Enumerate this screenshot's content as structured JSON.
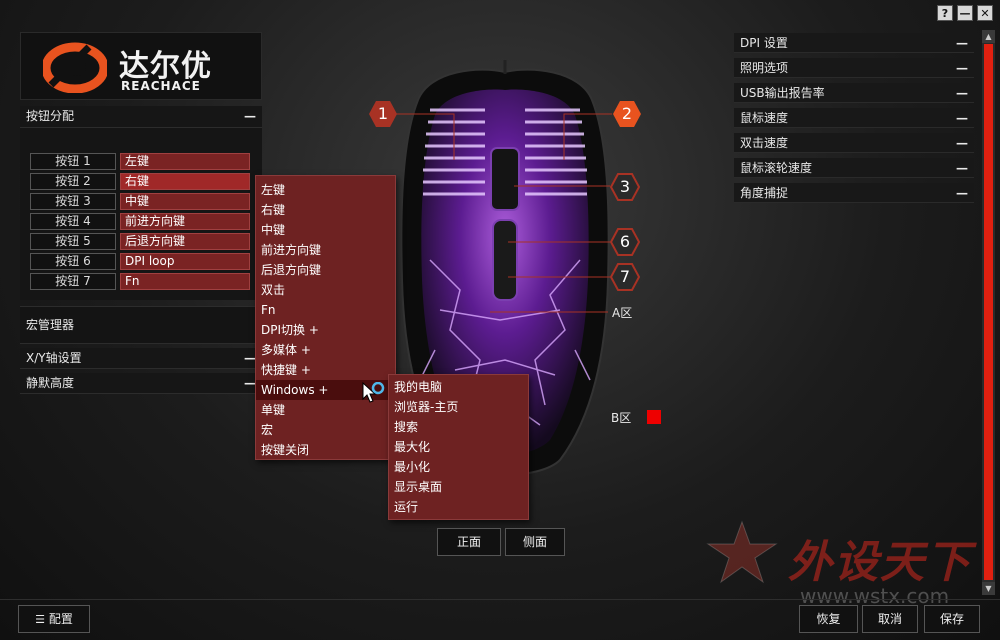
{
  "window": {
    "help": "?",
    "minimize": "—",
    "close": "✕"
  },
  "brand": {
    "name_cn": "达尔优",
    "name_en": "REACHACE",
    "logo_color": "#e8531f"
  },
  "left": {
    "button_assign": {
      "title": "按钮分配",
      "collapse": "—"
    },
    "buttons": [
      {
        "label": "按钮 1",
        "value": "左键"
      },
      {
        "label": "按钮 2",
        "value": "右键"
      },
      {
        "label": "按钮 3",
        "value": "中键"
      },
      {
        "label": "按钮 4",
        "value": "前进方向键"
      },
      {
        "label": "按钮 5",
        "value": "后退方向键"
      },
      {
        "label": "按钮 6",
        "value": "DPI loop"
      },
      {
        "label": "按钮 7",
        "value": "Fn"
      }
    ],
    "macro_manager": "宏管理器",
    "xy_axis": {
      "title": "X/Y轴设置",
      "collapse": "—"
    },
    "lift_height": {
      "title": "静默高度",
      "collapse": "—"
    }
  },
  "context_menu": {
    "items": [
      "左键",
      "右键",
      "中键",
      "前进方向键",
      "后退方向键",
      "双击",
      "Fn",
      "DPI切换 +",
      "多媒体 +",
      "快捷键 +",
      "Windows +",
      "单键",
      "宏",
      "按键关闭"
    ],
    "highlighted": "Windows +"
  },
  "submenu": {
    "items": [
      "我的电脑",
      "浏览器-主页",
      "搜索",
      "最大化",
      "最小化",
      "显示桌面",
      "运行"
    ]
  },
  "callouts": [
    "1",
    "2",
    "3",
    "6",
    "7"
  ],
  "zones": {
    "a": "A区",
    "b": "B区",
    "b_color": "#e00000"
  },
  "view_buttons": {
    "front": "正面",
    "side": "侧面"
  },
  "right": {
    "items": [
      {
        "label": "DPI 设置",
        "collapse": "—"
      },
      {
        "label": "照明选项",
        "collapse": "—"
      },
      {
        "label": "USB输出报告率",
        "collapse": "—"
      },
      {
        "label": "鼠标速度",
        "collapse": "—"
      },
      {
        "label": "双击速度",
        "collapse": "—"
      },
      {
        "label": "鼠标滚轮速度",
        "collapse": "—"
      },
      {
        "label": "角度捕捉",
        "collapse": "—"
      }
    ]
  },
  "bottom": {
    "config": "配置",
    "restore": "恢复",
    "cancel": "取消",
    "save": "保存"
  },
  "watermark": {
    "cn": "外设天下",
    "en": "www.wstx.com"
  },
  "colors": {
    "accent": "#e02010",
    "menu_bg": "#6e2222",
    "callout": "#a83224"
  }
}
